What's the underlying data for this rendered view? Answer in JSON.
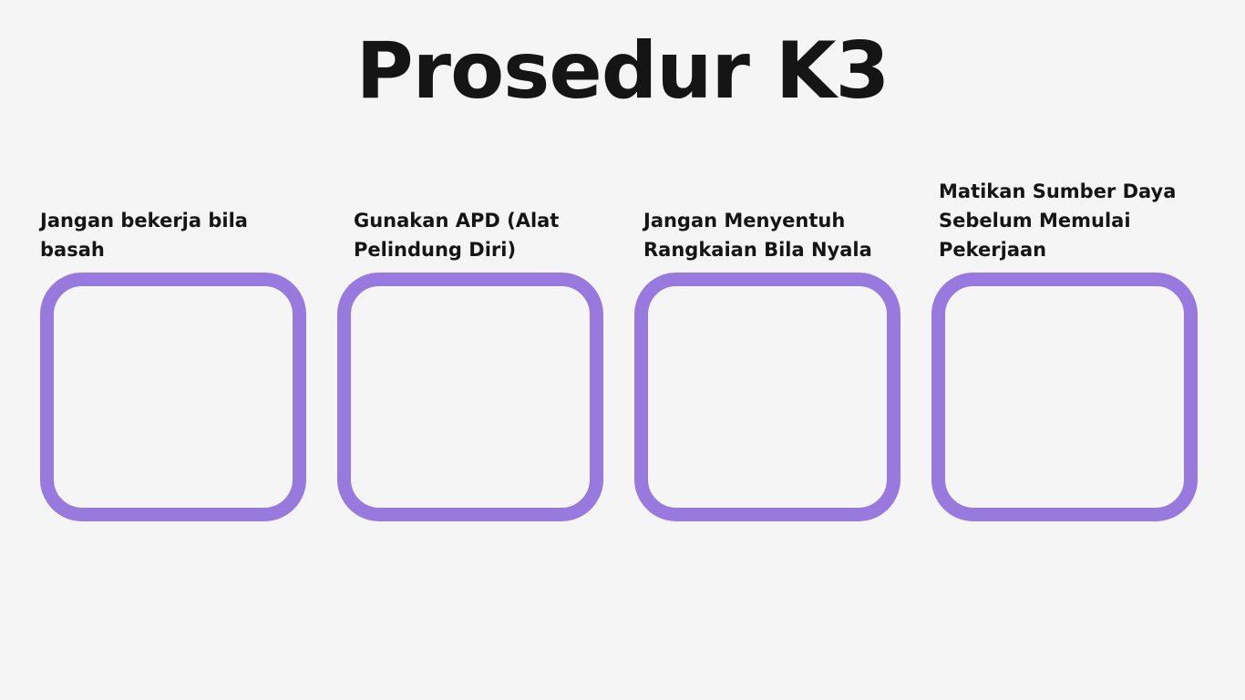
{
  "page": {
    "background": "#f5f5f6",
    "accent": "#9879de",
    "text_color": "#151515"
  },
  "title": "Prosedur K3",
  "steps": [
    {
      "label": "Jangan bekerja bila basah"
    },
    {
      "label": "Gunakan APD (Alat Pelindung Diri)"
    },
    {
      "label": "Jangan Menyentuh Rangkaian Bila Nyala"
    },
    {
      "label": "Matikan Sumber Daya Sebelum Memulai Pekerjaan"
    }
  ]
}
